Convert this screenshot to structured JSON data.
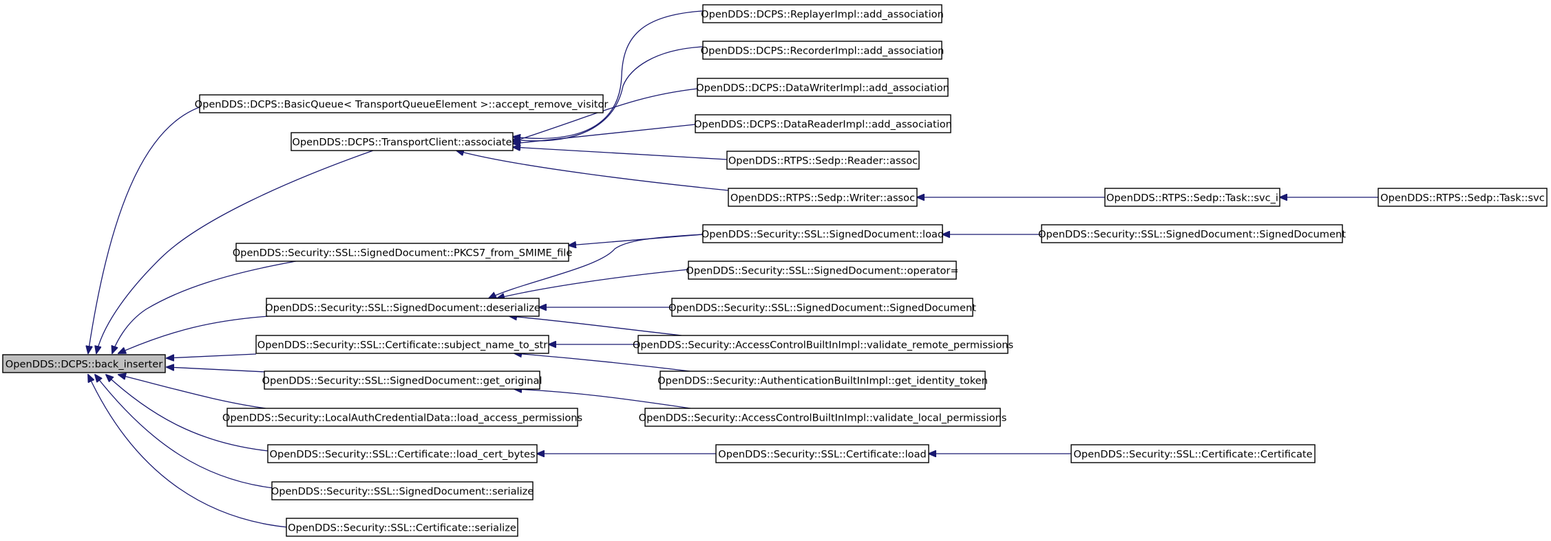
{
  "nodes": [
    {
      "id": "back_inserter",
      "label": "OpenDDS::DCPS::back_inserter",
      "root": true
    },
    {
      "id": "basicqueue",
      "label": "OpenDDS::DCPS::BasicQueue< TransportQueueElement >::accept_remove_visitor"
    },
    {
      "id": "tc_assoc",
      "label": "OpenDDS::DCPS::TransportClient::associate"
    },
    {
      "id": "pkcs7",
      "label": "OpenDDS::Security::SSL::SignedDocument::PKCS7_from_SMIME_file"
    },
    {
      "id": "sd_deser",
      "label": "OpenDDS::Security::SSL::SignedDocument::deserialize"
    },
    {
      "id": "cert_subj",
      "label": "OpenDDS::Security::SSL::Certificate::subject_name_to_str"
    },
    {
      "id": "sd_getorig",
      "label": "OpenDDS::Security::SSL::SignedDocument::get_original"
    },
    {
      "id": "lacd",
      "label": "OpenDDS::Security::LocalAuthCredentialData::load_access_permissions"
    },
    {
      "id": "cert_lcb",
      "label": "OpenDDS::Security::SSL::Certificate::load_cert_bytes"
    },
    {
      "id": "sd_ser",
      "label": "OpenDDS::Security::SSL::SignedDocument::serialize"
    },
    {
      "id": "cert_ser",
      "label": "OpenDDS::Security::SSL::Certificate::serialize"
    },
    {
      "id": "replayer",
      "label": "OpenDDS::DCPS::ReplayerImpl::add_association"
    },
    {
      "id": "recorder",
      "label": "OpenDDS::DCPS::RecorderImpl::add_association"
    },
    {
      "id": "dwimpl",
      "label": "OpenDDS::DCPS::DataWriterImpl::add_association"
    },
    {
      "id": "drimpl",
      "label": "OpenDDS::DCPS::DataReaderImpl::add_association"
    },
    {
      "id": "sedp_reader",
      "label": "OpenDDS::RTPS::Sedp::Reader::assoc"
    },
    {
      "id": "sedp_writer",
      "label": "OpenDDS::RTPS::Sedp::Writer::assoc"
    },
    {
      "id": "sd_load",
      "label": "OpenDDS::Security::SSL::SignedDocument::load"
    },
    {
      "id": "sd_opeq",
      "label": "OpenDDS::Security::SSL::SignedDocument::operator="
    },
    {
      "id": "sd_ctor1",
      "label": "OpenDDS::Security::SSL::SignedDocument::SignedDocument"
    },
    {
      "id": "acbi_remote",
      "label": "OpenDDS::Security::AccessControlBuiltInImpl::validate_remote_permissions"
    },
    {
      "id": "abi_token",
      "label": "OpenDDS::Security::AuthenticationBuiltInImpl::get_identity_token"
    },
    {
      "id": "acbi_local",
      "label": "OpenDDS::Security::AccessControlBuiltInImpl::validate_local_permissions"
    },
    {
      "id": "cert_load",
      "label": "OpenDDS::Security::SSL::Certificate::load"
    },
    {
      "id": "task_svci",
      "label": "OpenDDS::RTPS::Sedp::Task::svc_i"
    },
    {
      "id": "sd_ctor2",
      "label": "OpenDDS::Security::SSL::SignedDocument::SignedDocument"
    },
    {
      "id": "cert_ctor",
      "label": "OpenDDS::Security::SSL::Certificate::Certificate"
    },
    {
      "id": "task_svc",
      "label": "OpenDDS::RTPS::Sedp::Task::svc"
    }
  ],
  "edges": [
    {
      "from": "basicqueue",
      "to": "back_inserter"
    },
    {
      "from": "tc_assoc",
      "to": "back_inserter"
    },
    {
      "from": "pkcs7",
      "to": "back_inserter"
    },
    {
      "from": "sd_deser",
      "to": "back_inserter"
    },
    {
      "from": "cert_subj",
      "to": "back_inserter"
    },
    {
      "from": "sd_getorig",
      "to": "back_inserter"
    },
    {
      "from": "lacd",
      "to": "back_inserter"
    },
    {
      "from": "cert_lcb",
      "to": "back_inserter"
    },
    {
      "from": "sd_ser",
      "to": "back_inserter"
    },
    {
      "from": "cert_ser",
      "to": "back_inserter"
    },
    {
      "from": "replayer",
      "to": "tc_assoc"
    },
    {
      "from": "recorder",
      "to": "tc_assoc"
    },
    {
      "from": "dwimpl",
      "to": "tc_assoc"
    },
    {
      "from": "drimpl",
      "to": "tc_assoc"
    },
    {
      "from": "sedp_reader",
      "to": "tc_assoc"
    },
    {
      "from": "sedp_writer",
      "to": "tc_assoc"
    },
    {
      "from": "task_svci",
      "to": "sedp_writer"
    },
    {
      "from": "task_svc",
      "to": "task_svci"
    },
    {
      "from": "sd_load",
      "to": "pkcs7"
    },
    {
      "from": "sd_load",
      "to": "sd_deser"
    },
    {
      "from": "sd_ctor2",
      "to": "sd_load"
    },
    {
      "from": "sd_opeq",
      "to": "sd_deser"
    },
    {
      "from": "sd_ctor1",
      "to": "sd_deser"
    },
    {
      "from": "acbi_remote",
      "to": "sd_deser"
    },
    {
      "from": "acbi_remote",
      "to": "cert_subj"
    },
    {
      "from": "abi_token",
      "to": "cert_subj"
    },
    {
      "from": "acbi_local",
      "to": "sd_getorig"
    },
    {
      "from": "cert_load",
      "to": "cert_lcb"
    },
    {
      "from": "cert_ctor",
      "to": "cert_load"
    }
  ]
}
